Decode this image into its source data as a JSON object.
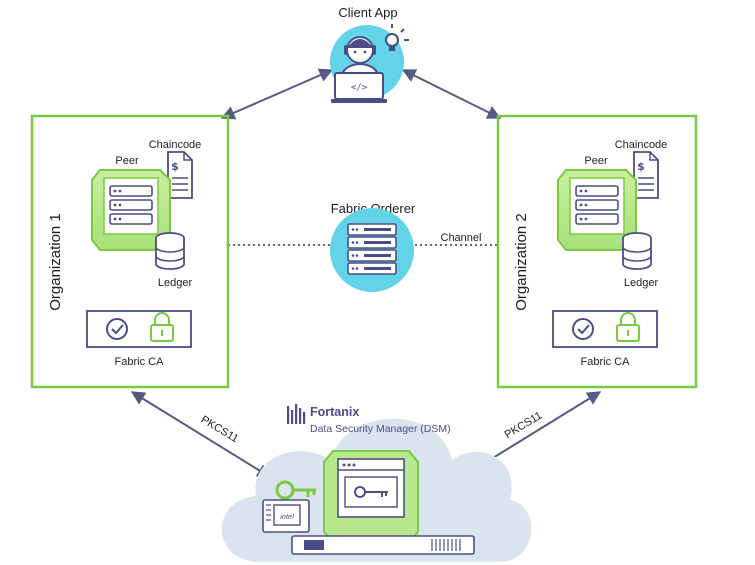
{
  "client": {
    "label": "Client App",
    "code_glyph": "</>"
  },
  "orderer": {
    "label": "Fabric Orderer"
  },
  "channel": {
    "label": "Channel"
  },
  "org1": {
    "label": "Organization 1",
    "peer": "Peer",
    "chaincode": "Chaincode",
    "ledger": "Ledger",
    "ca": "Fabric CA"
  },
  "org2": {
    "label": "Organization 2",
    "peer": "Peer",
    "chaincode": "Chaincode",
    "ledger": "Ledger",
    "ca": "Fabric CA"
  },
  "links": {
    "pkcs_left": "PKCS11",
    "pkcs_right": "PKCS11"
  },
  "dsm": {
    "brand": "Fortanix",
    "product": "Data Security Manager (DSM)",
    "chip": "intel"
  },
  "colors": {
    "green": "#7ac943",
    "cyan": "#63d3e9",
    "navy": "#4b4e86",
    "cloud": "#dbe3ee",
    "arrow": "#555a85"
  }
}
